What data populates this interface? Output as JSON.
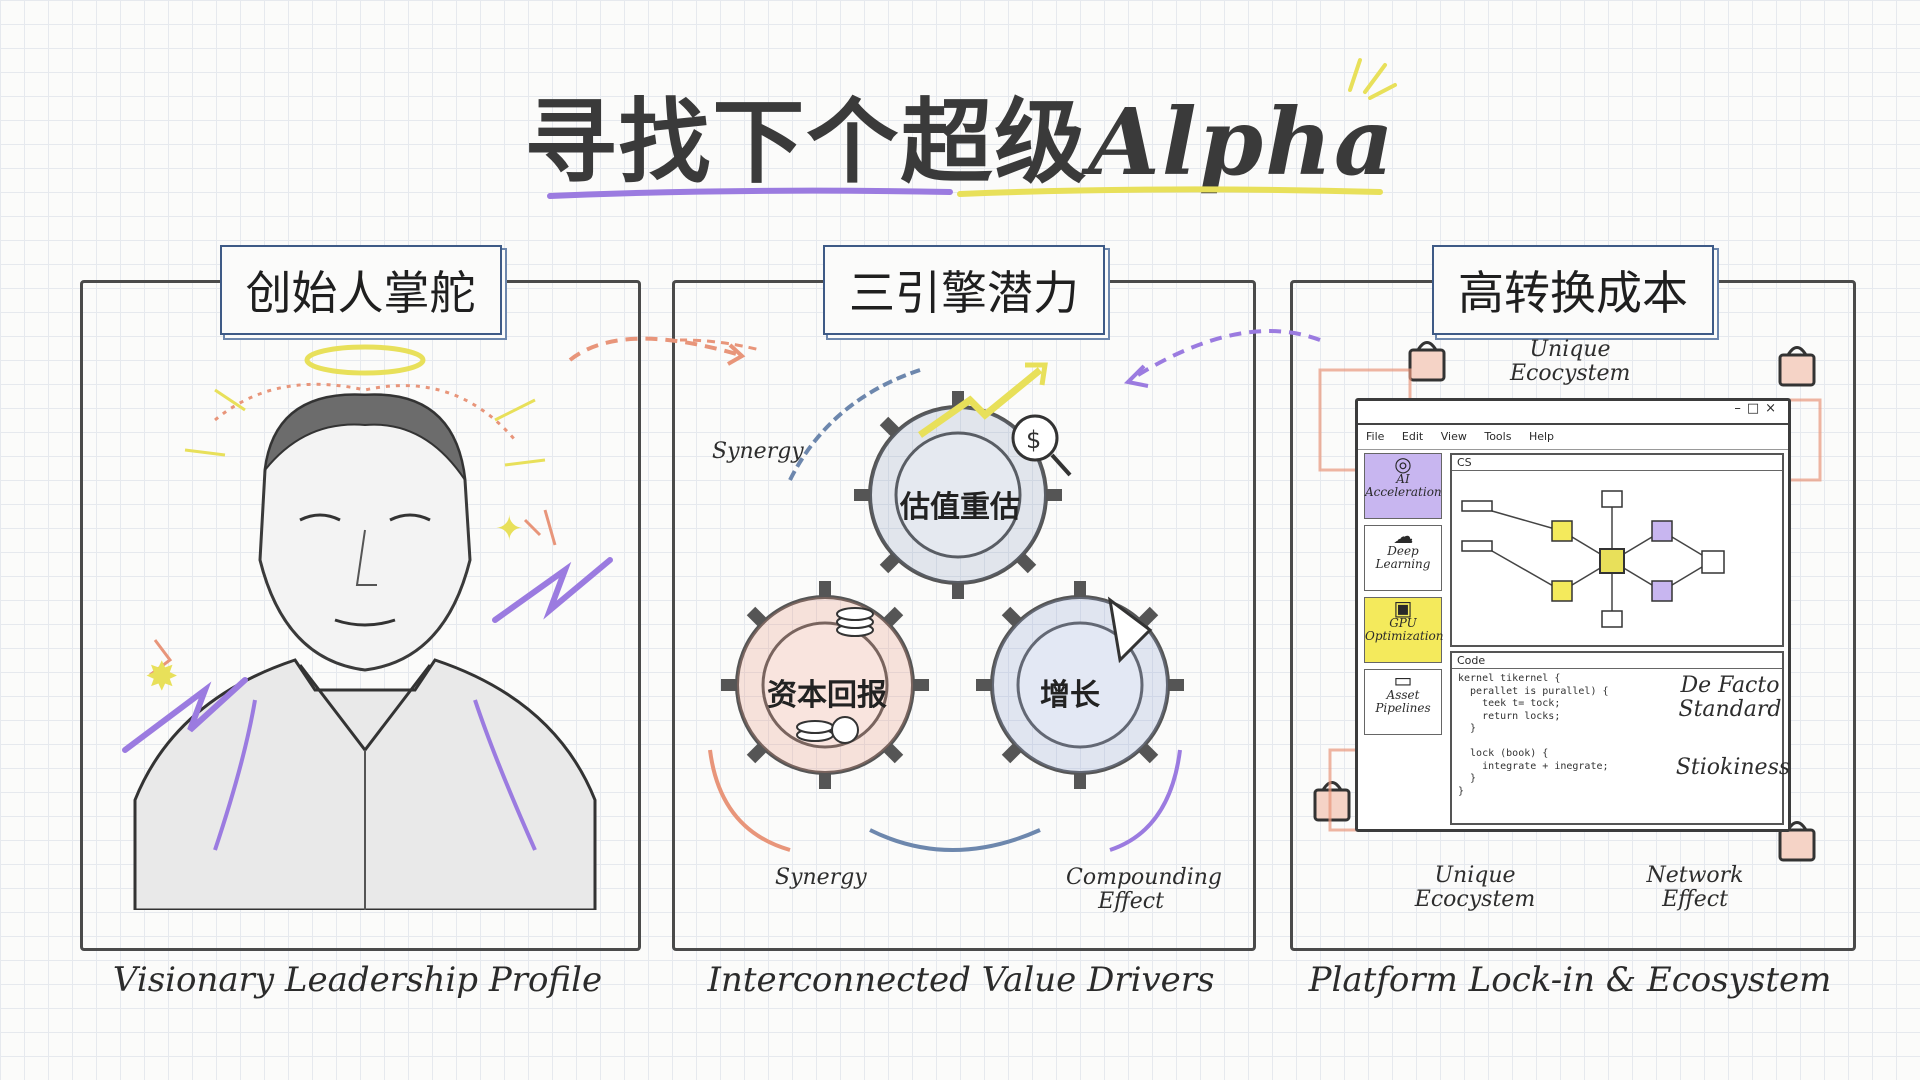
{
  "title": {
    "cn": "寻找下个超级",
    "latin": "Alpha"
  },
  "panels": [
    {
      "title": "创始人掌舵",
      "caption": "Visionary Leadership Profile"
    },
    {
      "title": "三引擎潜力",
      "caption": "Interconnected Value Drivers",
      "gears": [
        "估值重估",
        "资本回报",
        "增长"
      ],
      "annotations": {
        "synergy_top": "Synergy",
        "synergy_bottom": "Synergy",
        "compounding": "Compounding Effect"
      }
    },
    {
      "title": "高转换成本",
      "caption": "Platform Lock-in & Ecosystem",
      "annotations": {
        "unique_top": "Unique Ecocystem",
        "de_facto": "De Facto Standard",
        "stickiness": "Stiokiness",
        "unique_bottom": "Unique Ecocystem",
        "network": "Network Effect"
      },
      "window": {
        "menu": [
          "File",
          "Edit",
          "View",
          "Tools",
          "Help"
        ],
        "tab": "CS",
        "sidebar": [
          "AI Acceleration",
          "Deep Learning",
          "GPU Optimization",
          "Asset Pipelines"
        ],
        "code_header": "Code",
        "code": "kernel tikernel {\n  perallet is purallel) {\n    teek t= tock;\n    return locks;\n  }\n\n  lock (book) {\n    integrate + inegrate;\n  }\n}"
      }
    }
  ],
  "colors": {
    "purple": "#9b7be0",
    "yellow": "#e8e05a",
    "orange": "#e8957a",
    "blue": "#6d87ad"
  }
}
